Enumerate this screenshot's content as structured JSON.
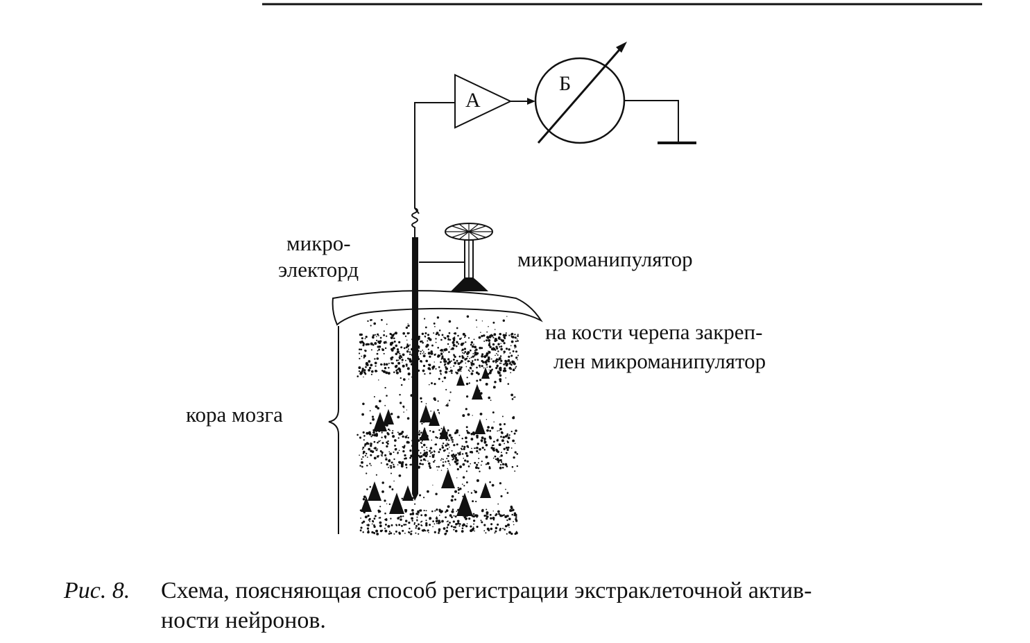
{
  "labels": {
    "amplifier": "А",
    "meter": "Б",
    "microelectrode_line1": "микро-",
    "microelectrode_line2": "электорд",
    "micromanipulator": "микроманипулятор",
    "skull_note_line1": "на кости черепа закреп-",
    "skull_note_line2": "лен микроманипулятор",
    "cortex": "кора мозга"
  },
  "caption": {
    "number": "Рис. 8.",
    "line1": "Схема, поясняющая способ регистрации экстраклеточной актив-",
    "line2": "ности нейронов."
  }
}
